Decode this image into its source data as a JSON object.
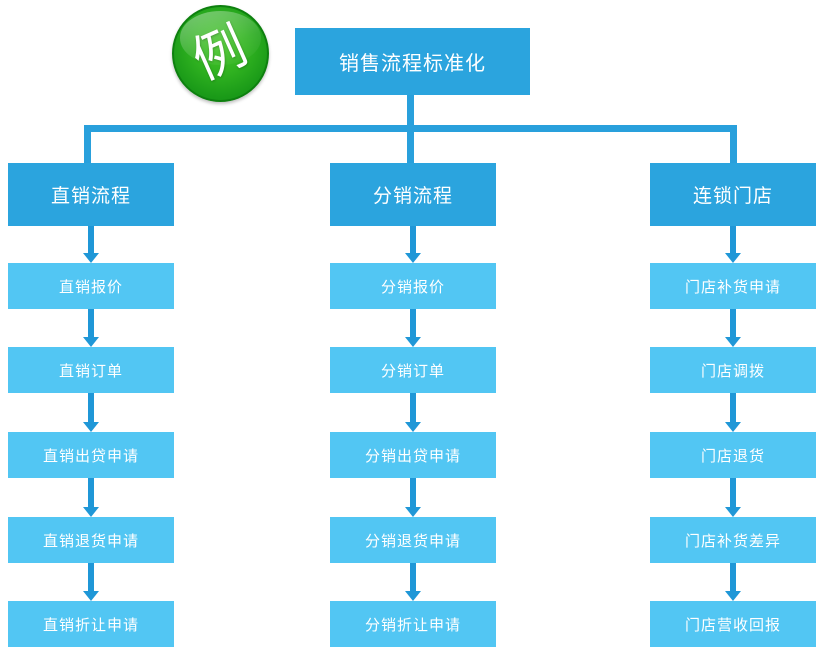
{
  "badge": {
    "label": "例"
  },
  "root": {
    "label": "销售流程标准化"
  },
  "columns": [
    {
      "header": "直销流程",
      "items": [
        "直销报价",
        "直销订单",
        "直销出贷申请",
        "直销退货申请",
        "直销折让申请"
      ]
    },
    {
      "header": "分销流程",
      "items": [
        "分销报价",
        "分销订单",
        "分销出贷申请",
        "分销退货申请",
        "分销折让申请"
      ]
    },
    {
      "header": "连锁门店",
      "items": [
        "门店补货申请",
        "门店调拨",
        "门店退货",
        "门店补货差异",
        "门店营收回报"
      ]
    }
  ],
  "colors": {
    "header_blue": "#2BA4DE",
    "child_blue": "#52C6F3",
    "connector_blue": "#29A0DC",
    "arrow_blue": "#1F97D7",
    "badge_green": "#2AAA1E",
    "text_white": "#FFFFFF"
  }
}
